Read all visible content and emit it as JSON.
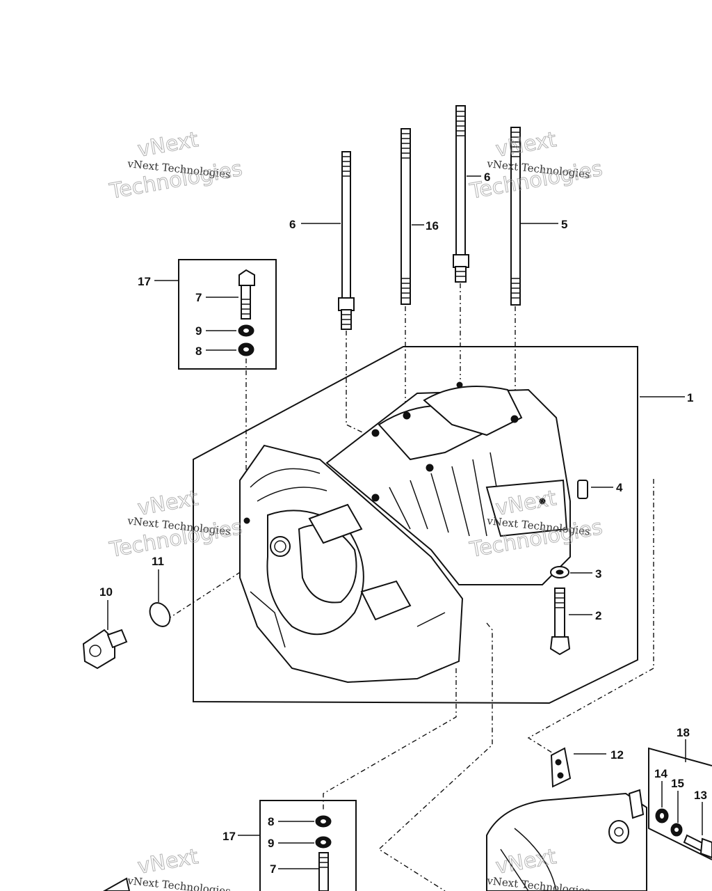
{
  "callouts": {
    "c1": "1",
    "c2": "2",
    "c3": "3",
    "c4": "4",
    "c5": "5",
    "c6a": "6",
    "c6b": "6",
    "c7a": "7",
    "c7b": "7",
    "c8a": "8",
    "c8b": "8",
    "c9a": "9",
    "c9b": "9",
    "c10": "10",
    "c11": "11",
    "c12": "12",
    "c13": "13",
    "c14": "14",
    "c15": "15",
    "c16": "16",
    "c17a": "17",
    "c17b": "17",
    "c18": "18"
  },
  "watermark": {
    "line1": "vNext Technologies",
    "big_top": "vNext",
    "big_bottom": "Technologies"
  }
}
